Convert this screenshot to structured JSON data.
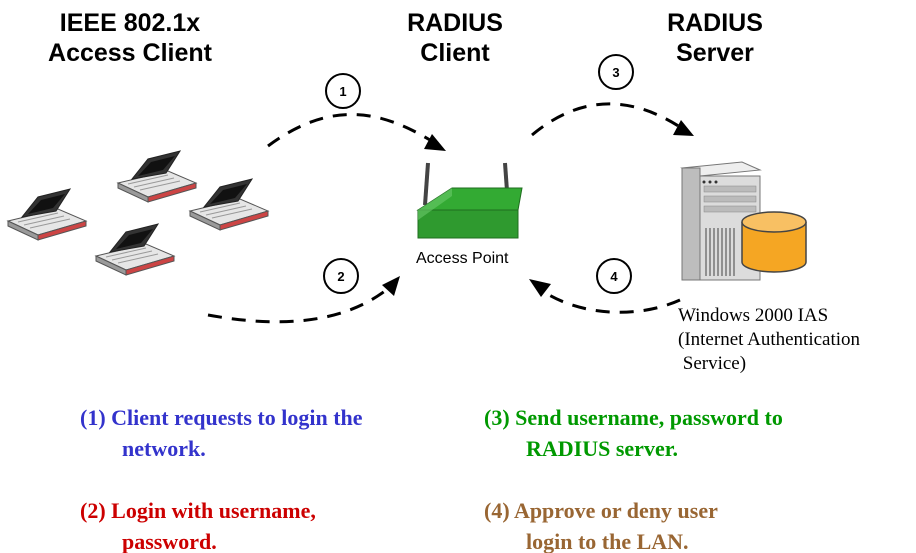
{
  "headers": {
    "client": [
      "IEEE 802.1x",
      "Access Client"
    ],
    "radius_client": [
      "RADIUS",
      "Client"
    ],
    "radius_server": [
      "RADIUS",
      "Server"
    ]
  },
  "access_point_label": "Access Point",
  "ias_label": [
    "Windows 2000 IAS",
    "(Internet Authentication",
    " Service)"
  ],
  "step_numbers": [
    "1",
    "2",
    "3",
    "4"
  ],
  "steps": [
    {
      "line1": "(1) Client requests to login the",
      "line2": "network.",
      "color": "#3333cc"
    },
    {
      "line1": "(2) Login with username,",
      "line2": "password.",
      "color": "#cc0000"
    },
    {
      "line1": "(3) Send username, password to",
      "line2": "RADIUS server.",
      "color": "#009900"
    },
    {
      "line1": "(4) Approve or deny user",
      "line2": "login to the LAN.",
      "color": "#996633"
    }
  ],
  "colors": {
    "access_point": "#33aa33",
    "database": "#f5a623",
    "arrows": "#000000"
  },
  "icons": [
    "laptop-icon",
    "access-point-icon",
    "server-tower-icon",
    "database-icon"
  ]
}
